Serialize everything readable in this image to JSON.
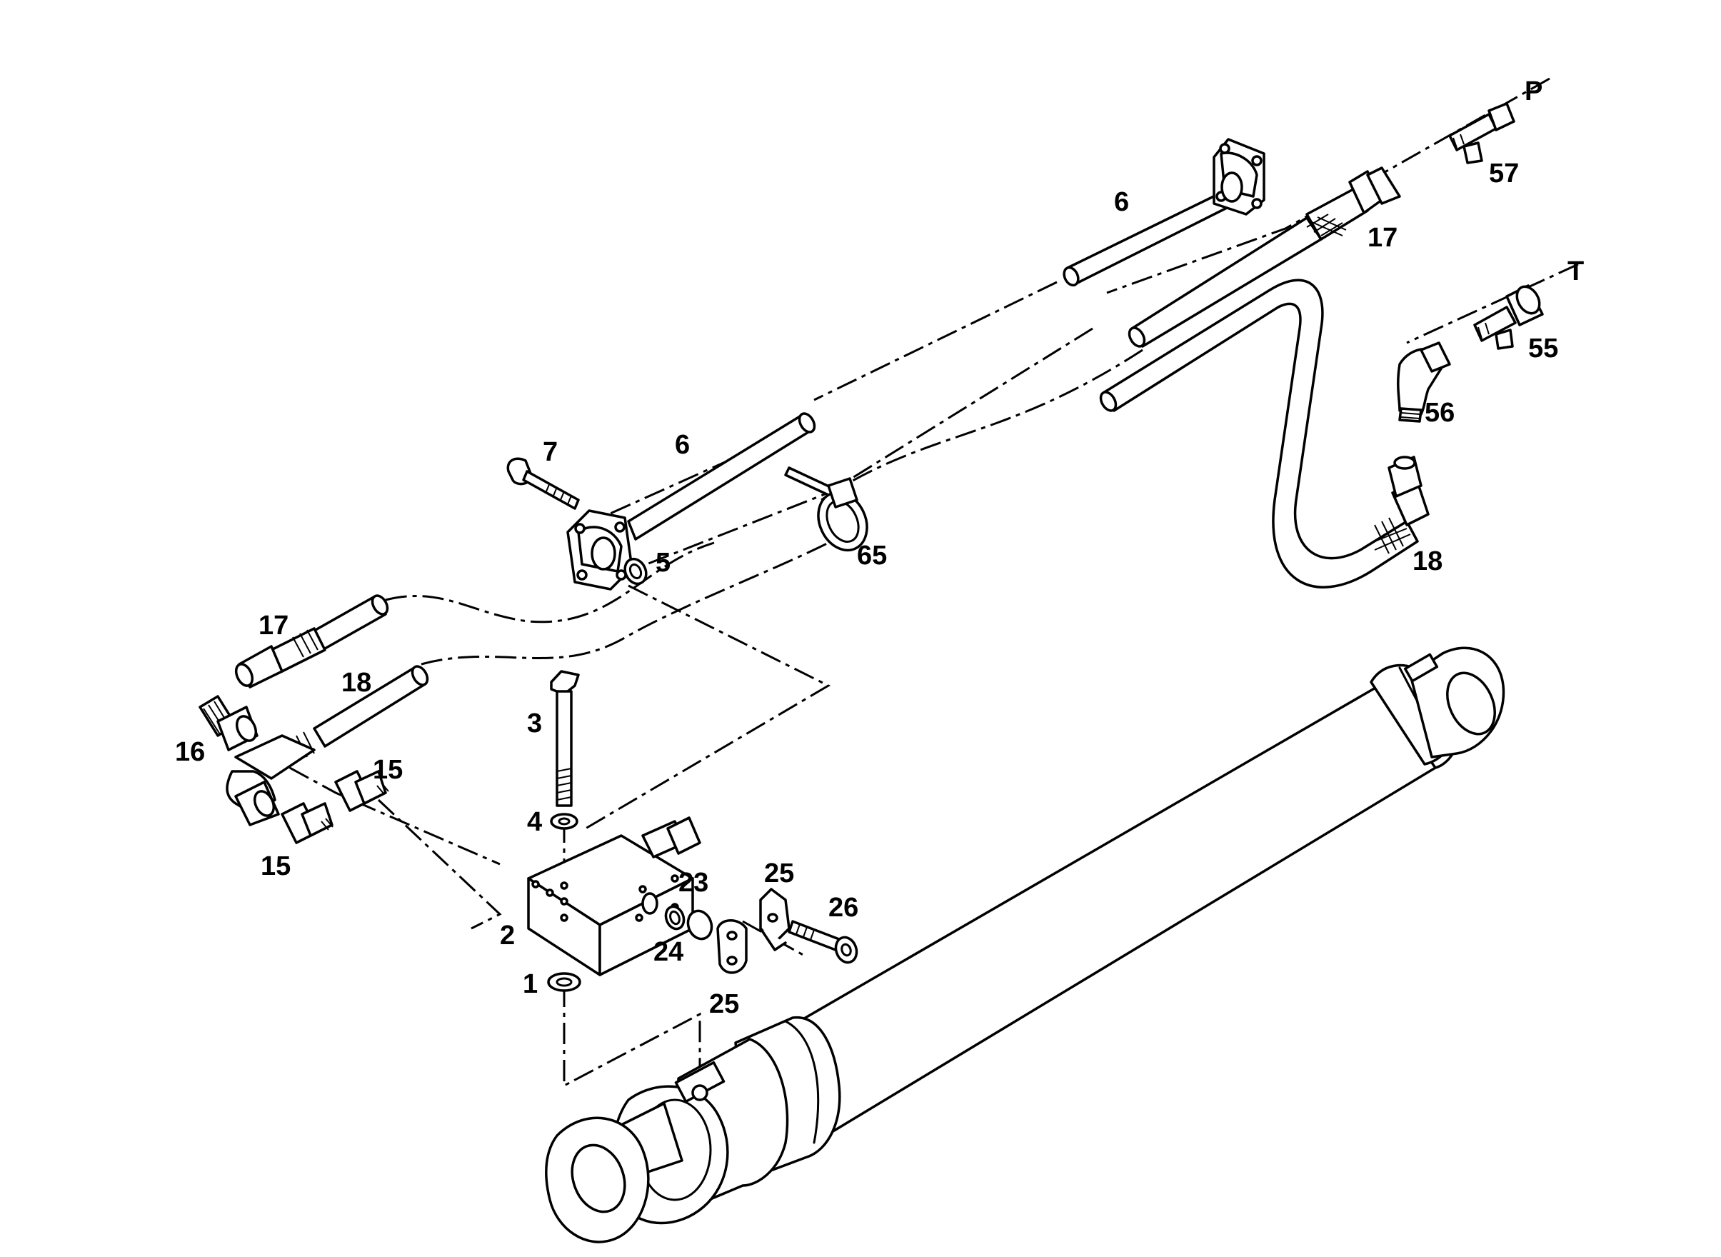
{
  "labels": {
    "p": "P",
    "t": "T",
    "n57": "57",
    "n55": "55",
    "n56": "56",
    "n17_top": "17",
    "n6_top": "6",
    "n6_mid": "6",
    "n7": "7",
    "n5": "5",
    "n65": "65",
    "n18_right": "18",
    "n17_left": "17",
    "n18_left": "18",
    "n16": "16",
    "n15_a": "15",
    "n15_b": "15",
    "n3": "3",
    "n4": "4",
    "n2": "2",
    "n1": "1",
    "n23": "23",
    "n24": "24",
    "n25_top": "25",
    "n25_bot": "25",
    "n26": "26"
  }
}
